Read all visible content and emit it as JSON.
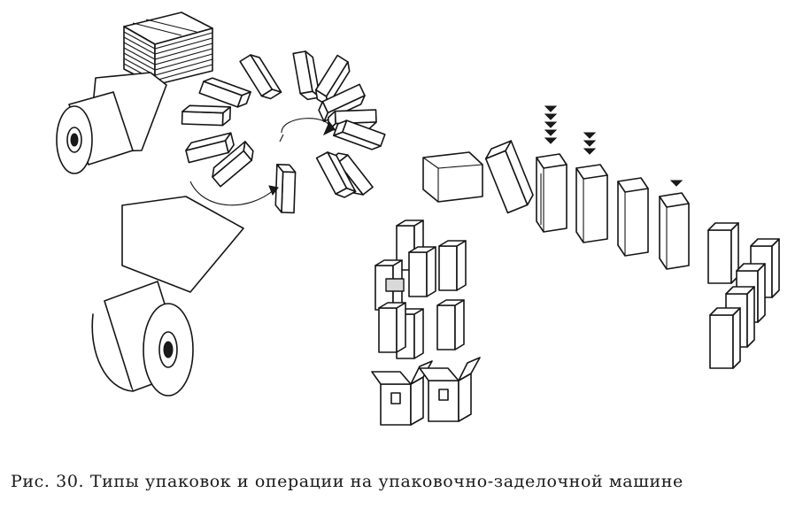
{
  "figure": {
    "caption": "Рис. 30. Типы упаковок и операции на упаковочно-заделочной машине"
  },
  "colors": {
    "ink": "#151515",
    "paper": "#ffffff",
    "shade": "#d9d9d9"
  },
  "icons": {
    "feed_arrow": "down-arrow-marker",
    "rotation": "rotation-arrow"
  }
}
